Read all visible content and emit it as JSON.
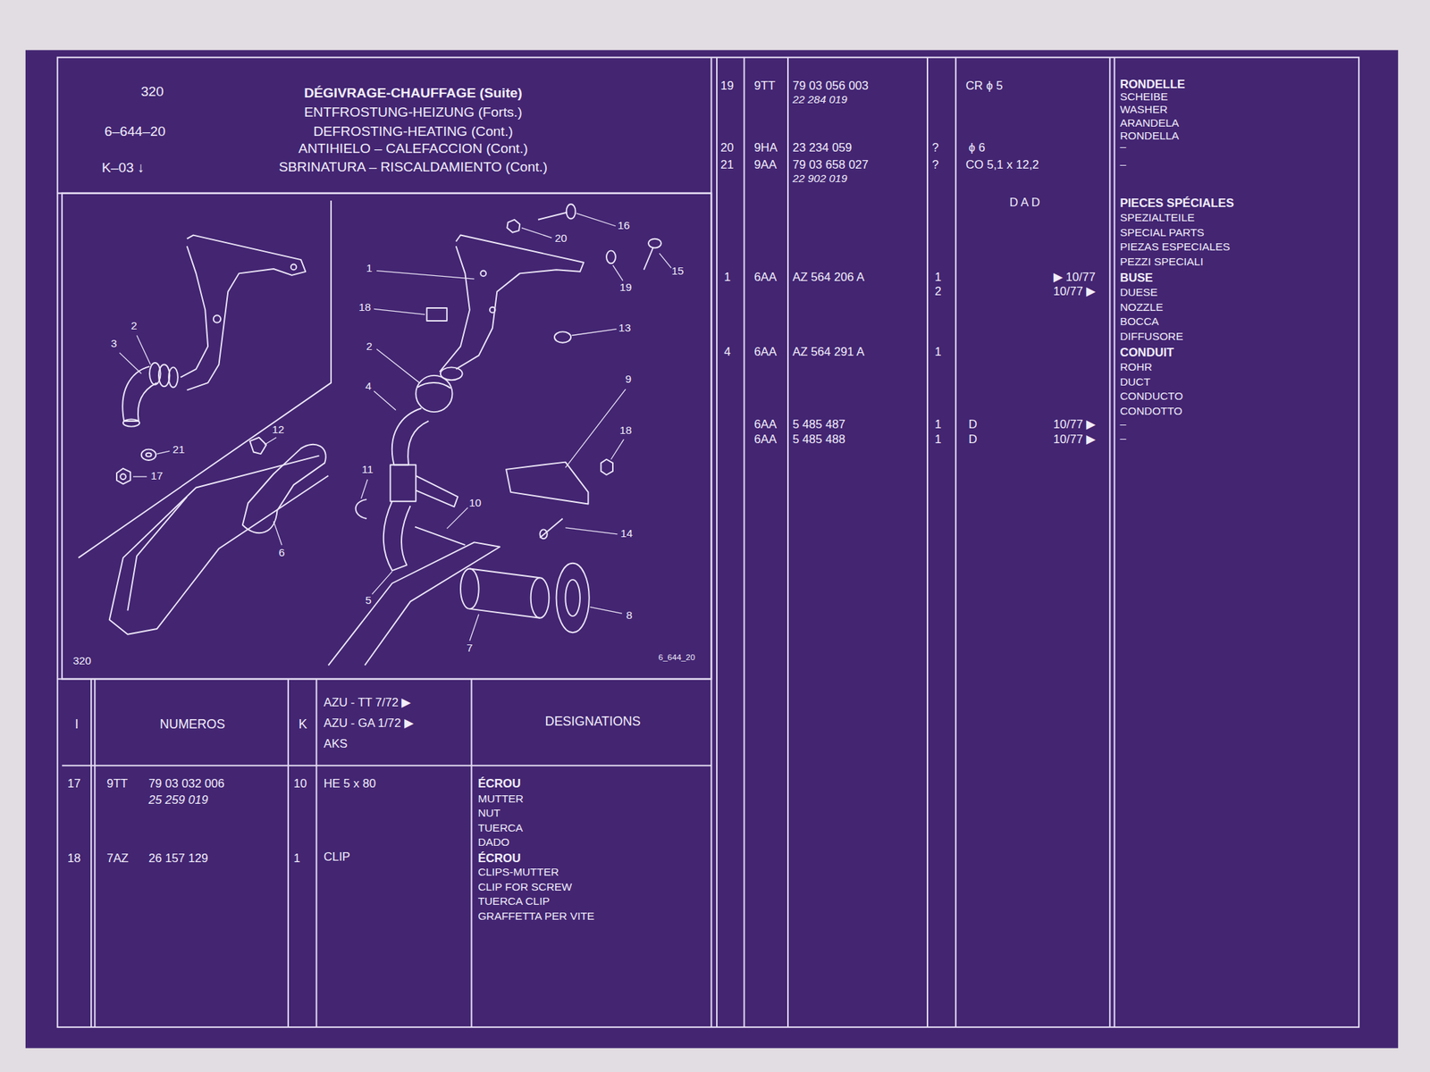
{
  "diagram": {
    "title": "DÉGIVRAGE-CHAUFFAGE (Suite)",
    "labels": [
      "320",
      "6–644–20",
      "K–03 ↓",
      "ENTFROSTUNG-HEIZUNG (Forts.)",
      "DEFROSTING-HEATING (Cont.)",
      "ANTIHIELO – CALEFACCION (Cont.)",
      "SBRINATURA – RISCALDAMIENTO (Cont.)",
      "320",
      "6_644_20",
      "2",
      "3",
      "21",
      "17",
      "12",
      "6",
      "16",
      "20",
      "1",
      "15",
      "19",
      "18",
      "13",
      "2",
      "4",
      "9",
      "18",
      "11",
      "10",
      "14",
      "5",
      "8",
      "7",
      "I",
      "NUMEROS",
      "K",
      "AZU - TT 7/72 ▶",
      "AZU - GA 1/72 ▶",
      "AKS",
      "DESIGNATIONS",
      "17",
      "9TT",
      "79 03 032 006",
      "25 259 019",
      "10",
      "HE 5 x 80",
      "ÉCROU",
      "MUTTER",
      "NUT",
      "TUERCA",
      "DADO",
      "18",
      "7AZ",
      "26 157 129",
      "1",
      "CLIP",
      "ÉCROU",
      "CLIPS-MUTTER",
      "CLIP FOR SCREW",
      "TUERCA CLIP",
      "GRAFFETTA PER VITE",
      "19",
      "9TT",
      "79 03 056 003",
      "22 284 019",
      "CR ϕ 5",
      "RONDELLE",
      "SCHEIBE",
      "WASHER",
      "ARANDELA",
      "RONDELLA",
      "–",
      "20",
      "9HA",
      "23 234 059",
      "?",
      "ϕ 6",
      "21",
      "9AA",
      "79 03 658 027",
      "22 902 019",
      "?",
      "CO 5,1 x 12,2",
      "–",
      "D A D",
      "PIECES SPÉCIALES",
      "SPEZIALTEILE",
      "SPECIAL PARTS",
      "PIEZAS ESPECIALES",
      "PEZZI SPECIALI",
      "1",
      "6AA",
      "AZ 564 206 A",
      "1",
      "2",
      "▶ 10/77",
      "10/77 ▶",
      "BUSE",
      "DUESE",
      "NOZZLE",
      "BOCCA",
      "DIFFUSORE",
      "4",
      "6AA",
      "AZ 564 291 A",
      "1",
      "CONDUIT",
      "ROHR",
      "DUCT",
      "CONDUCTO",
      "CONDOTTO",
      "6AA",
      "5 485 487",
      "1",
      "D",
      "10/77 ▶",
      "–",
      "6AA",
      "5 485 488",
      "1",
      "D",
      "10/77 ▶",
      "–"
    ]
  }
}
